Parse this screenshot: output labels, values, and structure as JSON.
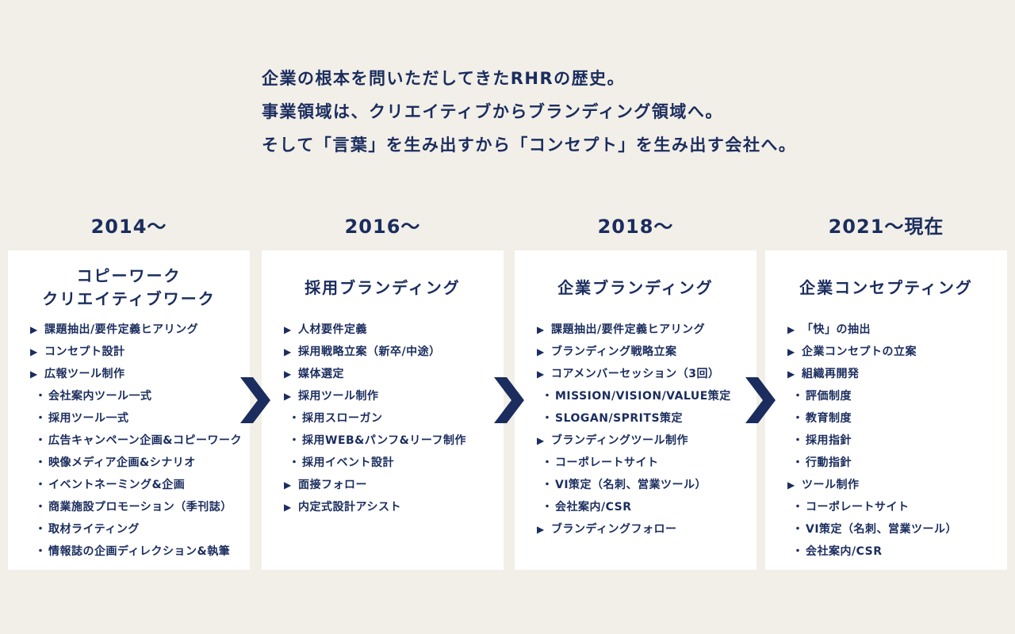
{
  "colors": {
    "background": "#f2efe8",
    "navy": "#1b2d5e",
    "card": "#ffffff"
  },
  "intro": {
    "line1": "企業の根本を問いただしてきたRHRの歴史。",
    "line2": "事業領域は、クリエイティブからブランディング領域へ。",
    "line3": "そして「言葉」を生み出すから「コンセプト」を生み出す会社へ。"
  },
  "timeline": {
    "columns": [
      {
        "year": "2014〜",
        "title": "コピーワーク\nクリエイティブワーク",
        "items": [
          {
            "bullet": "▶",
            "text": "課題抽出/要件定義ヒアリング"
          },
          {
            "bullet": "▶",
            "text": "コンセプト設計"
          },
          {
            "bullet": "▶",
            "text": "広報ツール制作"
          },
          {
            "bullet": "・",
            "text": "会社案内ツール一式"
          },
          {
            "bullet": "・",
            "text": "採用ツール一式"
          },
          {
            "bullet": "・",
            "text": "広告キャンペーン企画&コピーワーク"
          },
          {
            "bullet": "・",
            "text": "映像メディア企画&シナリオ"
          },
          {
            "bullet": "・",
            "text": "イベントネーミング&企画"
          },
          {
            "bullet": "・",
            "text": "商業施設プロモーション（季刊誌）"
          },
          {
            "bullet": "・",
            "text": "取材ライティング"
          },
          {
            "bullet": "・",
            "text": "情報誌の企画ディレクション&執筆"
          }
        ]
      },
      {
        "year": "2016〜",
        "title": "採用ブランディング",
        "items": [
          {
            "bullet": "▶",
            "text": "人材要件定義"
          },
          {
            "bullet": "▶",
            "text": "採用戦略立案（新卒/中途）"
          },
          {
            "bullet": "▶",
            "text": "媒体選定"
          },
          {
            "bullet": "▶",
            "text": "採用ツール制作"
          },
          {
            "bullet": "・",
            "text": "採用スローガン"
          },
          {
            "bullet": "・",
            "text": "採用WEB&パンフ&リーフ制作"
          },
          {
            "bullet": "・",
            "text": "採用イベント設計"
          },
          {
            "bullet": "▶",
            "text": "面接フォロー"
          },
          {
            "bullet": "▶",
            "text": "内定式設計アシスト"
          }
        ]
      },
      {
        "year": "2018〜",
        "title": "企業ブランディング",
        "items": [
          {
            "bullet": "▶",
            "text": "課題抽出/要件定義ヒアリング"
          },
          {
            "bullet": "▶",
            "text": "ブランディング戦略立案"
          },
          {
            "bullet": "▶",
            "text": "コアメンバーセッション（3回）"
          },
          {
            "bullet": "・",
            "text": "MISSION/VISION/VALUE策定"
          },
          {
            "bullet": "・",
            "text": "SLOGAN/SPRITS策定"
          },
          {
            "bullet": "▶",
            "text": "ブランディングツール制作"
          },
          {
            "bullet": "・",
            "text": "コーポレートサイト"
          },
          {
            "bullet": "・",
            "text": "VI策定（名刺、営業ツール）"
          },
          {
            "bullet": "・",
            "text": "会社案内/CSR"
          },
          {
            "bullet": "▶",
            "text": "ブランディングフォロー"
          }
        ]
      },
      {
        "year": "2021〜現在",
        "title": "企業コンセプティング",
        "items": [
          {
            "bullet": "▶",
            "text": "「快」の抽出"
          },
          {
            "bullet": "▶",
            "text": "企業コンセプトの立案"
          },
          {
            "bullet": "▶",
            "text": "組織再開発"
          },
          {
            "bullet": "・",
            "text": "評価制度"
          },
          {
            "bullet": "・",
            "text": "教育制度"
          },
          {
            "bullet": "・",
            "text": "採用指針"
          },
          {
            "bullet": "・",
            "text": "行動指針"
          },
          {
            "bullet": "▶",
            "text": "ツール制作"
          },
          {
            "bullet": "・",
            "text": "コーポレートサイト"
          },
          {
            "bullet": "・",
            "text": "VI策定（名刺、営業ツール）"
          },
          {
            "bullet": "・",
            "text": "会社案内/CSR"
          }
        ]
      }
    ]
  }
}
